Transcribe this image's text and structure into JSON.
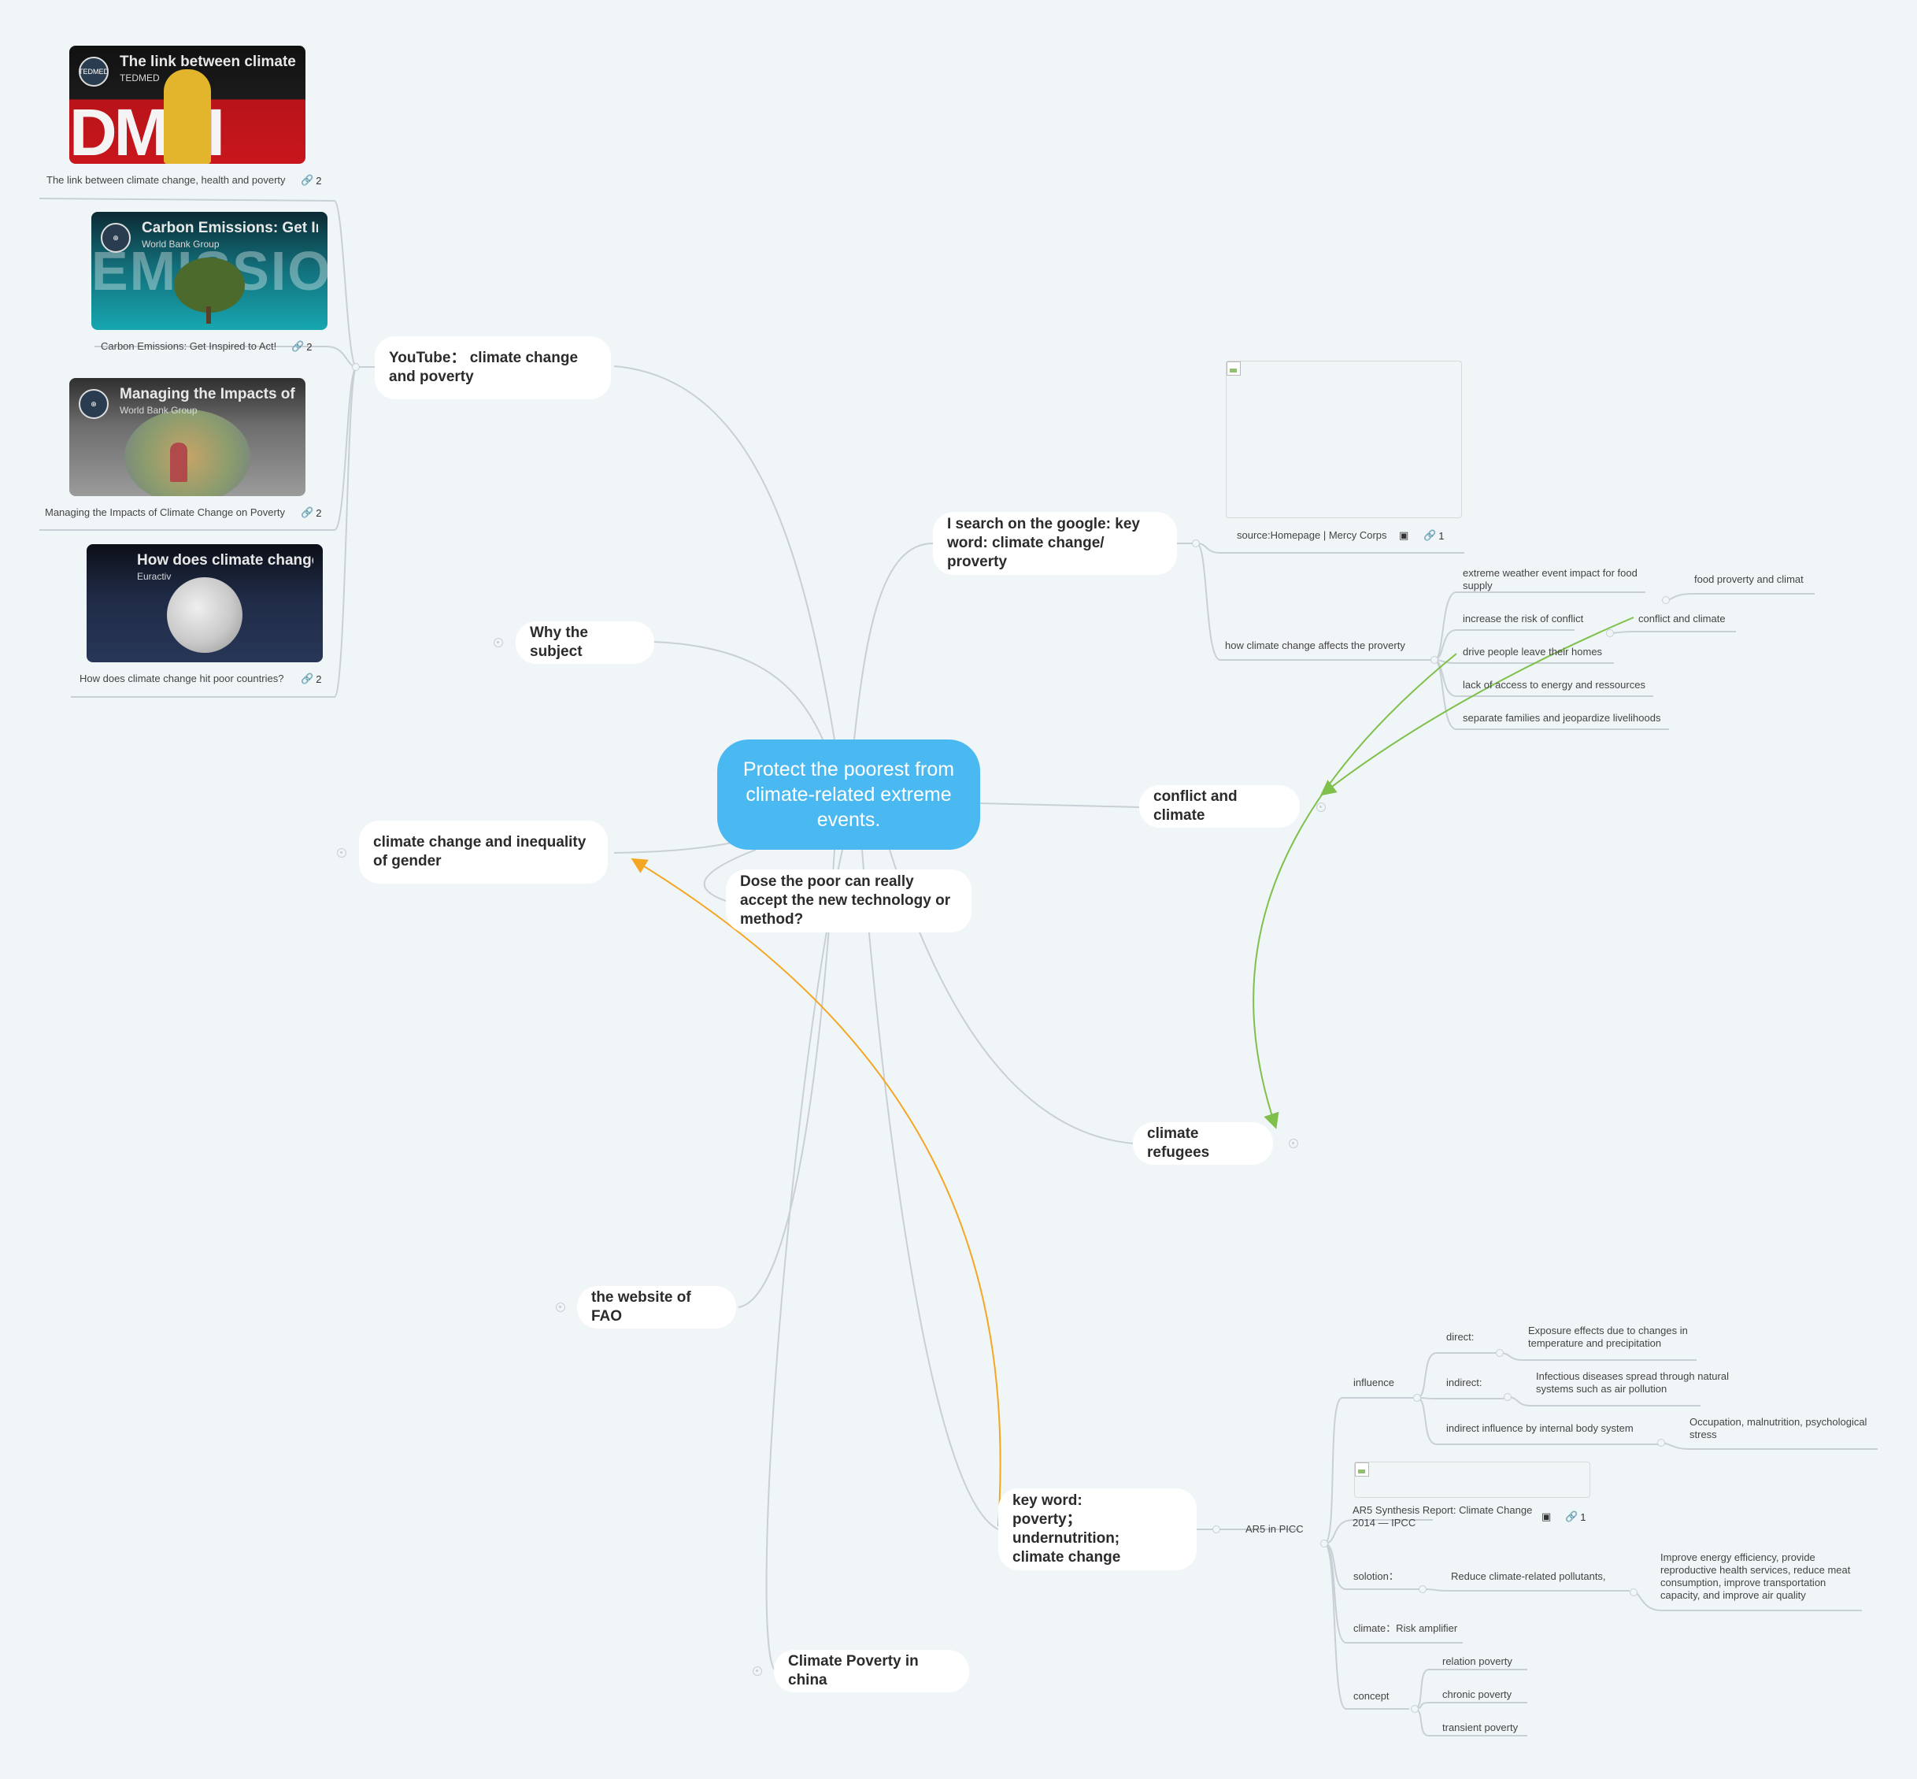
{
  "central": "Protect the poorest from climate-related extreme events.",
  "topics": {
    "youtube": "YouTube： climate change and poverty",
    "why": "Why the subject",
    "gender": "climate change and inequality of gender",
    "accept": "Dose the poor can really accept the new technology or method?",
    "fao": "the website of FAO",
    "china": "Climate Poverty in china",
    "google": "I search on the google: key word: climate change/ proverty",
    "conflict": "conflict and climate",
    "refugees": "climate refugees",
    "keyword": "key word:\npoverty；undernutrition;\nclimate change"
  },
  "videos": [
    {
      "title": "The link between climate ch",
      "channel": "TEDMED",
      "caption": "The link between climate change, health and poverty",
      "links": "2"
    },
    {
      "title": "Carbon Emissions: Get Insp",
      "channel": "World Bank Group",
      "caption": "Carbon Emissions: Get Inspired to Act!",
      "links": "2"
    },
    {
      "title": "Managing the Impacts of Cl",
      "channel": "World Bank Group",
      "caption": "Managing the Impacts of Climate Change on Poverty",
      "links": "2"
    },
    {
      "title": "How does climate change h",
      "channel": "Euractiv",
      "caption": "How does climate change hit poor countries?",
      "links": "2"
    }
  ],
  "google": {
    "source_caption": "source:Homepage | Mercy Corps",
    "source_links": "1",
    "how": "how climate change affects the proverty",
    "items": [
      "extreme weather event impact for food supply",
      "increase the risk of conflict",
      "drive people leave their homes",
      "lack of  access to energy and ressources",
      "separate families and jeopardize livelihoods"
    ],
    "food": "food proverty and climat",
    "conflict_sub": "conflict and climate"
  },
  "keyword": {
    "ar5": "AR5 in PICC",
    "influence": "influence",
    "direct": "direct:",
    "direct_desc": "Exposure effects due to changes in temperature and precipitation",
    "indirect": "indirect:",
    "indirect_desc": "Infectious diseases spread through natural systems such as air pollution",
    "internal": "indirect influence by internal body system",
    "internal_desc": "Occupation, malnutrition, psychological stress",
    "report": "AR5 Synthesis Report: Climate Change 2014 — IPCC",
    "report_links": "1",
    "solution": "solotion：",
    "reduce": "Reduce climate-related pollutants,",
    "improve": "Improve energy efficiency, provide reproductive health services, reduce meat consumption, improve transportation capacity, and improve air quality",
    "amplifier": "climate：Risk amplifier",
    "concept": "concept",
    "concepts": [
      "relation poverty",
      "chronic poverty",
      "transient poverty"
    ]
  },
  "colors": {
    "central": "#4bb9f1",
    "line": "#c9d0d5",
    "relation_green": "#7ec04a",
    "relation_orange": "#f5a623"
  },
  "icons": [
    "link-icon",
    "image-icon"
  ]
}
